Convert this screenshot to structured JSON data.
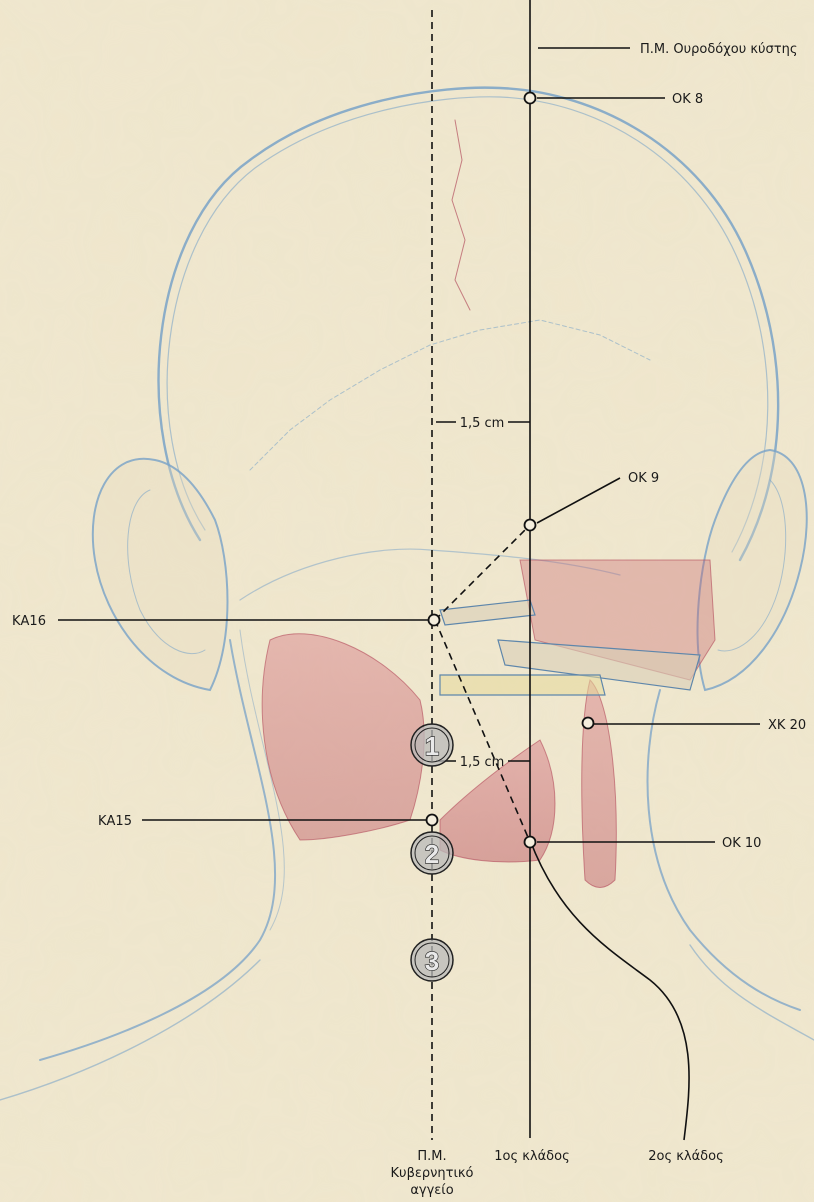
{
  "labels": {
    "bladder_meridian": "Π.Μ. Ουροδόχου κύστης",
    "ok8": "ΟΚ 8",
    "ok9": "ΟΚ 9",
    "ok10": "ΟΚ 10",
    "ka16": "ΚΑ16",
    "ka15": "ΚΑ15",
    "xk20": "ΧΚ 20",
    "dist_upper": "1,5 cm",
    "dist_lower": "1,5 cm",
    "governor_line1": "Π.Μ.",
    "governor_line2": "Κυβερνητικό",
    "governor_line3": "αγγείο",
    "branch1": "1ος κλάδος",
    "branch2": "2ος κλάδος"
  },
  "vertebrae": [
    "1",
    "2",
    "3"
  ],
  "colors": {
    "background": "#efe6cc",
    "sketch_blue": "#7fa6c8",
    "muscle_red": "#c9606e",
    "ink": "#111111"
  }
}
